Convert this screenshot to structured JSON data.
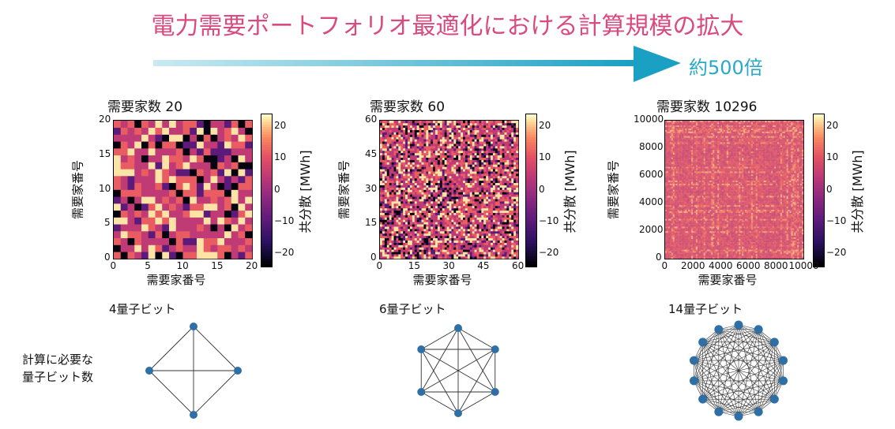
{
  "title": "電力需要ポートフォリオ最適化における計算規模の拡大",
  "scale": {
    "label": "約500倍",
    "color": "#2aa9c7"
  },
  "title_color": "#d94a7e",
  "colorbar": {
    "label": "共分散 [MWh]",
    "ticks": [
      "20",
      "10",
      "0",
      "−10",
      "−20"
    ]
  },
  "panels": [
    {
      "title": "需要家数 20",
      "xlabel": "需要家番号",
      "ylabel": "需要家番号",
      "xticks": [
        "0",
        "5",
        "10",
        "15",
        "20"
      ],
      "yticks": [
        "20",
        "15",
        "10",
        "5",
        "0"
      ],
      "qubits": "4量子ビット"
    },
    {
      "title": "需要家数 60",
      "xlabel": "需要家番号",
      "ylabel": "需要家番号",
      "xticks": [
        "0",
        "15",
        "30",
        "45",
        "60"
      ],
      "yticks": [
        "60",
        "45",
        "30",
        "15",
        "0"
      ],
      "qubits": "6量子ビット"
    },
    {
      "title": "需要家数 10296",
      "xlabel": "需要家番号",
      "ylabel": "需要家番号",
      "xticks": [
        "0",
        "2000",
        "4000",
        "6000",
        "8000",
        "10000"
      ],
      "yticks": [
        "10000",
        "8000",
        "6000",
        "4000",
        "2000",
        "0"
      ],
      "qubits": "14量子ビット"
    }
  ],
  "required_label_1": "計算に必要な",
  "required_label_2": "量子ビット数",
  "graphs": [
    {
      "nodes": 4
    },
    {
      "nodes": 6
    },
    {
      "nodes": 14
    }
  ],
  "node_color": "#2e6fa5"
}
